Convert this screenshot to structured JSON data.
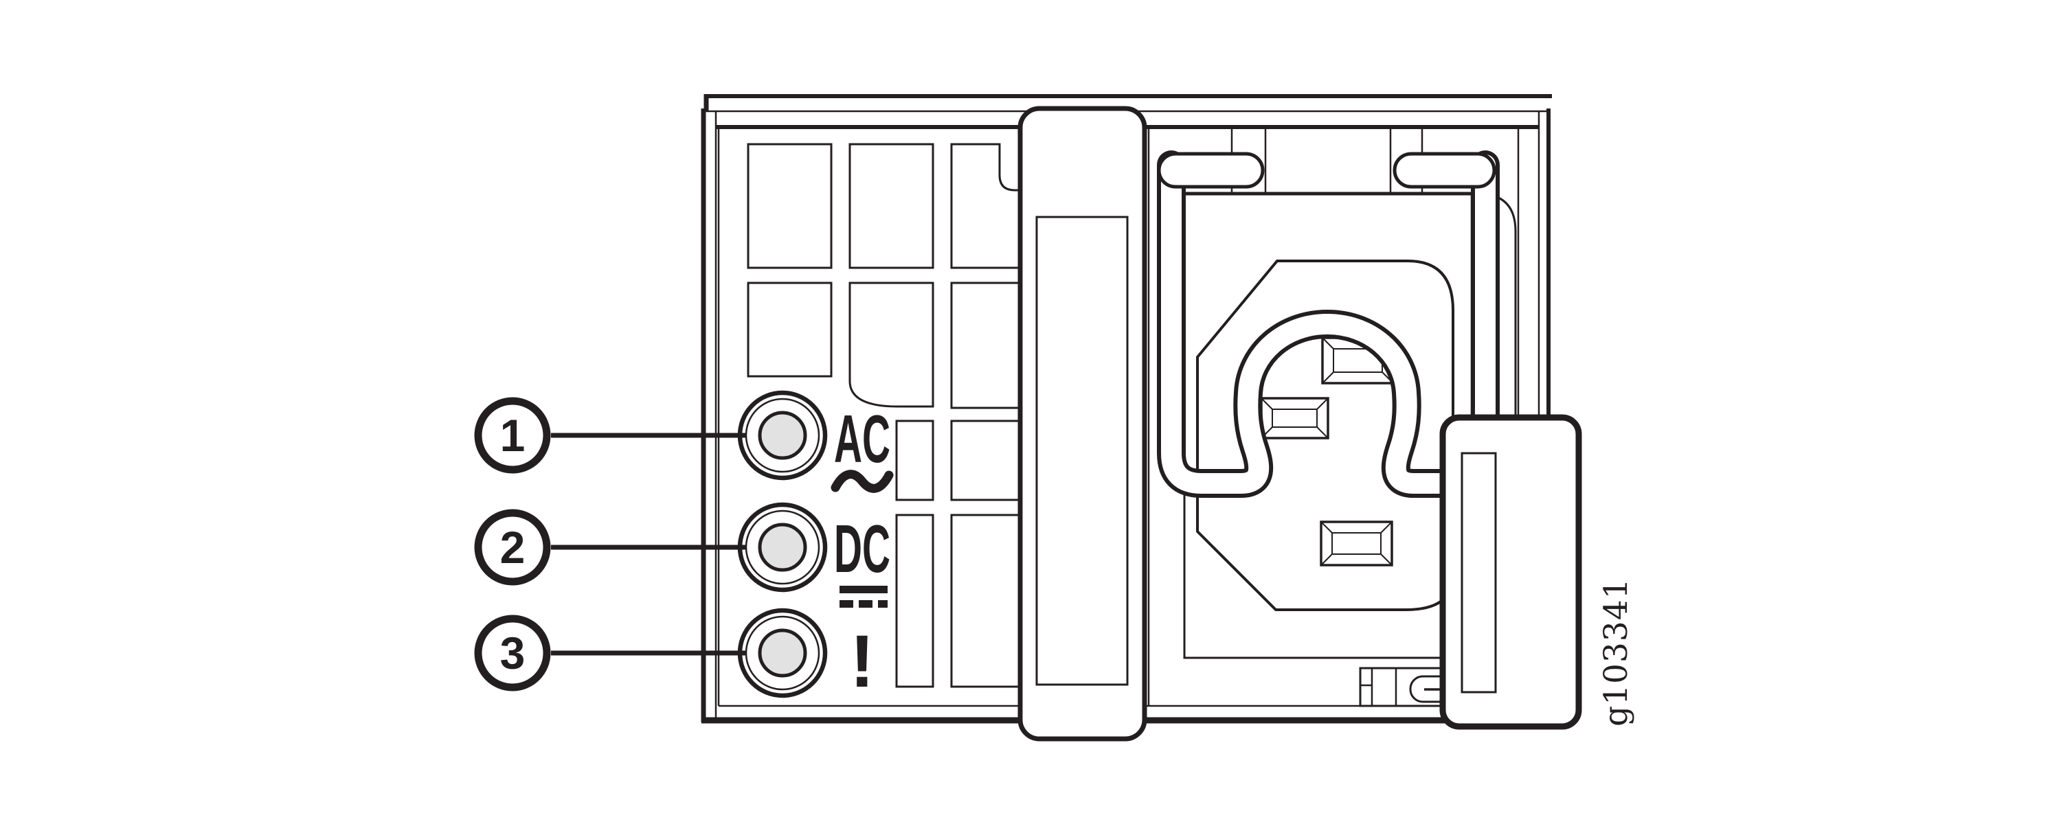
{
  "figure": {
    "id": "g103341",
    "kind": "technical-line-illustration",
    "subject": "power-supply-faceplate-with-status-leds-and-ac-inlet",
    "ink_color": "#231f20",
    "led_fill_color": "#e2e2e2",
    "background_color": "#ffffff"
  },
  "callouts": [
    {
      "number": "1",
      "label": "AC"
    },
    {
      "number": "2",
      "label": "DC"
    },
    {
      "number": "3",
      "label": "!"
    }
  ]
}
